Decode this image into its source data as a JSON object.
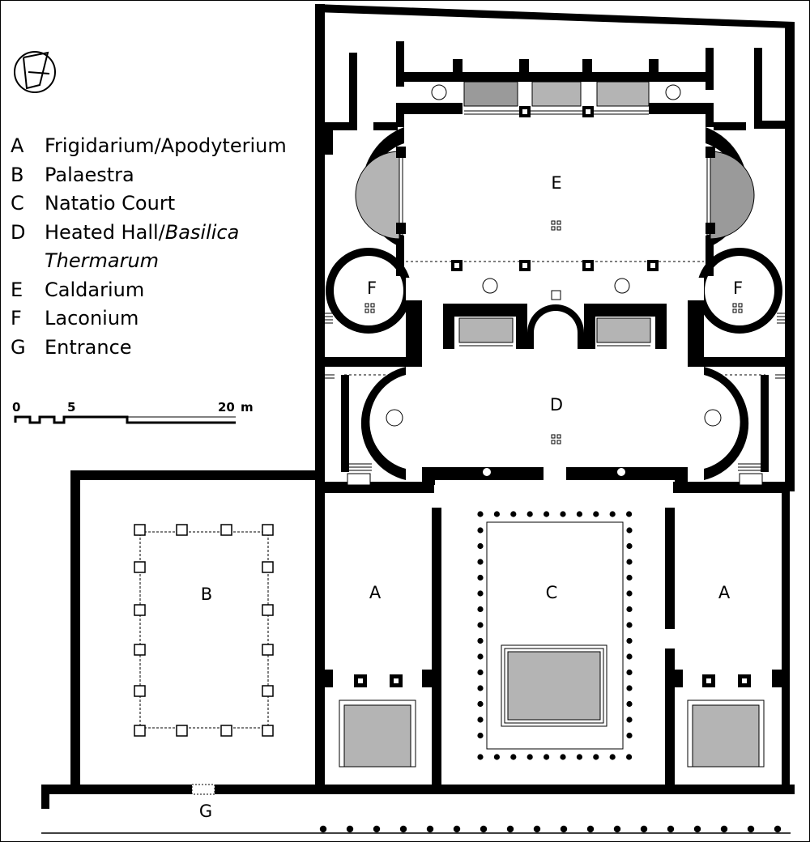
{
  "legend": [
    {
      "key": "A",
      "name": "Frigidarium/Apodyterium"
    },
    {
      "key": "B",
      "name": "Palaestra"
    },
    {
      "key": "C",
      "name": "Natatio Court"
    },
    {
      "key": "D",
      "name": "Heated Hall/",
      "name_italic": "Basilica",
      "continuation_italic": "Thermarum"
    },
    {
      "key": "E",
      "name": "Caldarium"
    },
    {
      "key": "F",
      "name": "Laconium"
    },
    {
      "key": "G",
      "name": "Entrance"
    }
  ],
  "room_labels": {
    "A_left": "A",
    "A_right": "A",
    "B": "B",
    "C": "C",
    "D": "D",
    "E": "E",
    "F_left": "F",
    "F_right": "F",
    "G": "G"
  },
  "scale_bar": {
    "tick_0": "0",
    "tick_5": "5",
    "tick_20": "20",
    "unit": "m"
  },
  "colors": {
    "wall": "#000000",
    "pool_fill": "#b4b4b4",
    "pool_fill_dark": "#9a9a9a",
    "background": "#ffffff"
  },
  "icons": {
    "north_arrow": "compass-rose-icon"
  }
}
